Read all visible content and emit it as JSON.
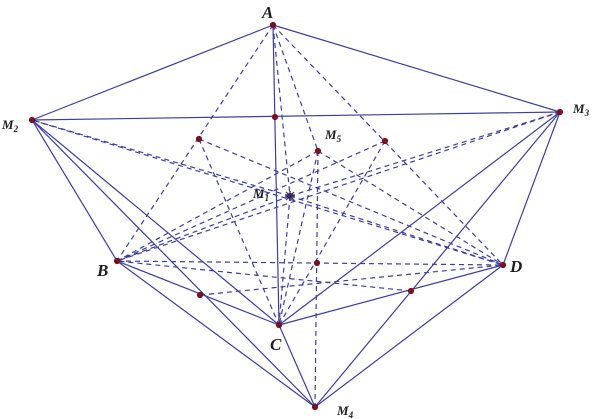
{
  "points": [
    {
      "id": "A",
      "letter": "A",
      "sub": ""
    },
    {
      "id": "B",
      "letter": "B",
      "sub": ""
    },
    {
      "id": "C",
      "letter": "C",
      "sub": ""
    },
    {
      "id": "D",
      "letter": "D",
      "sub": ""
    },
    {
      "id": "M1",
      "letter": "M",
      "sub": "1"
    },
    {
      "id": "M2",
      "letter": "M",
      "sub": "2"
    },
    {
      "id": "M3",
      "letter": "M",
      "sub": "3"
    },
    {
      "id": "M4",
      "letter": "M",
      "sub": "4"
    },
    {
      "id": "M5",
      "letter": "M",
      "sub": "5"
    }
  ],
  "colors": {
    "line": "#3b3f9e",
    "point": "#7a1020",
    "label": "#1f1f1f"
  }
}
